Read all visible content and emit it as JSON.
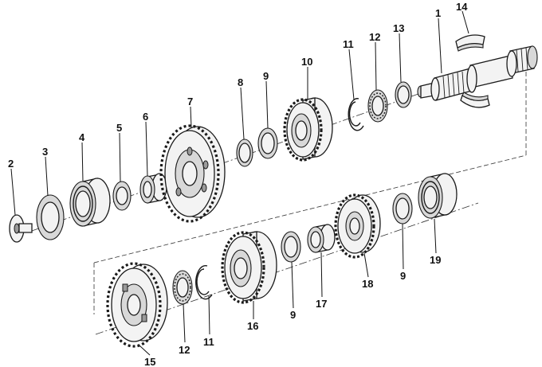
{
  "callouts": {
    "c1": "1",
    "c2": "2",
    "c3": "3",
    "c4": "4",
    "c5": "5",
    "c6": "6",
    "c7": "7",
    "c8": "8",
    "c9a": "9",
    "c9b": "9",
    "c9c": "9",
    "c10": "10",
    "c11a": "11",
    "c11b": "11",
    "c12a": "12",
    "c12b": "12",
    "c13": "13",
    "c14": "14",
    "c15": "15",
    "c16": "16",
    "c17": "17",
    "c18": "18",
    "c19": "19"
  }
}
